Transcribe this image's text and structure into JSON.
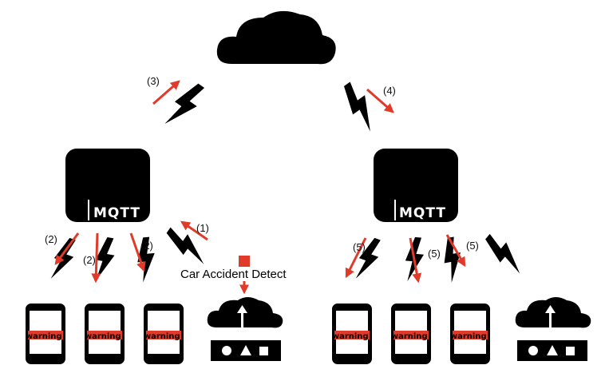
{
  "colors": {
    "ink": "#000000",
    "accent": "#e03a2a",
    "paper": "#ffffff"
  },
  "steps": {
    "s1": "(1)",
    "s2a": "(2)",
    "s2b": "(2)",
    "s2c": "(2)",
    "s3": "(3)",
    "s4": "(4)",
    "s5a": "(5)",
    "s5b": "(5)",
    "s5c": "(5)"
  },
  "brokers": {
    "left_label": "MQTT",
    "right_label": "MQTT"
  },
  "detector": {
    "caption": "Car Accident Detect"
  },
  "phones": {
    "p1": "warning!",
    "p2": "warning!",
    "p3": "warning!",
    "p4": "warning!",
    "p5": "warning!",
    "p6": "warning!"
  },
  "icons": {
    "cloud": "cloud-icon",
    "broker": "mqtt-broker-icon",
    "lightning": "lightning-link-icon",
    "phone": "smartphone-icon",
    "gateway": "cloud-gateway-icon"
  }
}
